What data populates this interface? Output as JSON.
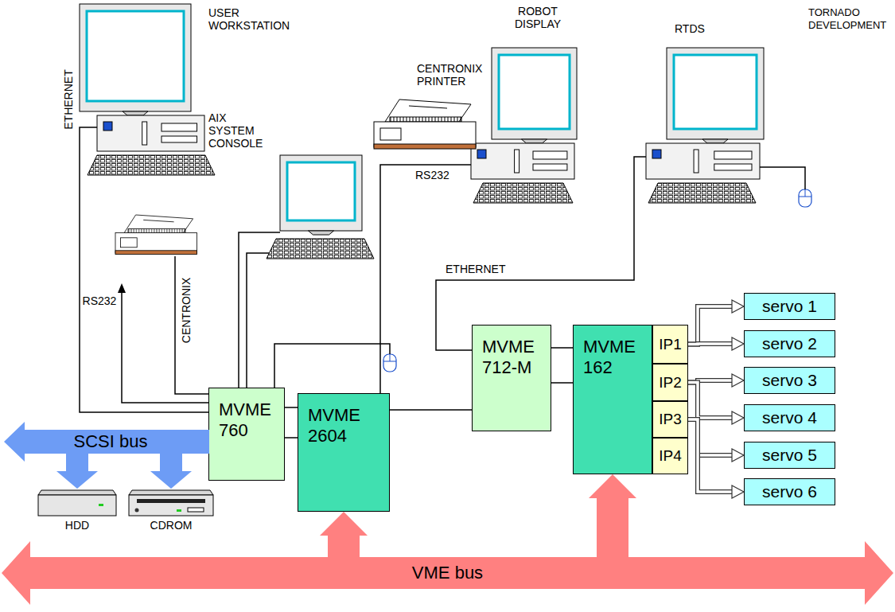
{
  "diagram": {
    "nodes": [
      {
        "text": [
          "MVME 760"
        ]
      },
      {
        "text": [
          "MVME 2604"
        ]
      },
      {
        "text": [
          "MVME 712-M"
        ]
      },
      {
        "text": [
          "MVME 162"
        ]
      },
      {
        "text": [
          "IP1"
        ]
      },
      {
        "text": [
          "IP2"
        ]
      },
      {
        "text": [
          "IP3"
        ]
      },
      {
        "text": [
          "IP4"
        ]
      },
      {
        "text": [
          "servo 1"
        ]
      },
      {
        "text": [
          "servo 2"
        ]
      },
      {
        "text": [
          "servo 3"
        ]
      },
      {
        "text": [
          "servo 4"
        ]
      },
      {
        "text": [
          "servo 5"
        ]
      },
      {
        "text": [
          "servo 6"
        ]
      },
      {
        "text": [
          "SCSI bus"
        ]
      },
      {
        "text": [
          "VME bus"
        ]
      }
    ],
    "edges": [
      {
        "from": 0,
        "to": 1,
        "arrow": "none"
      },
      {
        "from": 0,
        "to": 1,
        "arrow": "none"
      },
      {
        "from": 2,
        "to": 3,
        "arrow": "none"
      },
      {
        "from": 2,
        "to": 3,
        "arrow": "none"
      },
      {
        "from": 4,
        "to": 8,
        "arrow": "to"
      },
      {
        "from": 4,
        "to": 9,
        "arrow": "to"
      },
      {
        "from": 5,
        "to": 10,
        "arrow": "to"
      },
      {
        "from": 5,
        "to": 11,
        "arrow": "to"
      },
      {
        "from": 6,
        "to": 12,
        "arrow": "to"
      },
      {
        "from": 6,
        "to": 13,
        "arrow": "to"
      },
      {
        "from": 15,
        "to": 1,
        "arrow": "to"
      },
      {
        "from": 15,
        "to": 3,
        "arrow": "to"
      }
    ],
    "labels": [
      "USER WORKSTATION",
      "AIX SYSTEM CONSOLE",
      "CENTRONIX PRINTER",
      "ROBOT DISPLAY",
      "RTDS",
      "TORNADO DEVELOPMENT",
      "ETHERNET",
      "RS232",
      "CENTRONIX",
      "RS232",
      "ETHERNET",
      "HDD",
      "CDROM"
    ]
  }
}
